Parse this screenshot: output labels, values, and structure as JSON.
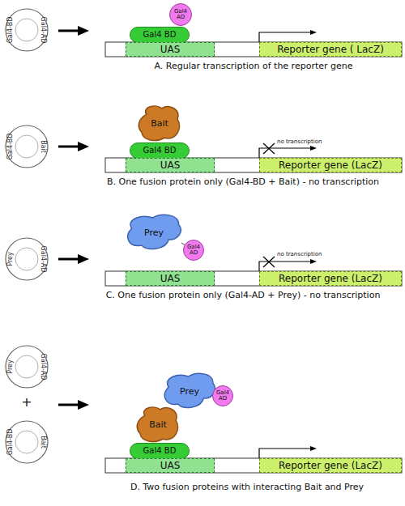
{
  "diagram": {
    "nodes": [
      {
        "text": [
          "Gal4-BD",
          "Gal4-AD"
        ]
      },
      {
        "text": [
          "Gal4 AD"
        ]
      },
      {
        "text": [
          "Gal4 BD"
        ]
      },
      {
        "text": [
          "UAS"
        ]
      },
      {
        "text": [
          "Reporter gene ( LacZ)"
        ]
      },
      {
        "text": [
          "Gal4-BD",
          "Bait"
        ]
      },
      {
        "text": [
          "Bait"
        ]
      },
      {
        "text": [
          "Gal4 BD"
        ]
      },
      {
        "text": [
          "UAS"
        ]
      },
      {
        "text": [
          "Reporter gene (LacZ)"
        ]
      },
      {
        "text": [
          "Prey",
          "Gal4-AD"
        ]
      },
      {
        "text": [
          "Prey"
        ]
      },
      {
        "text": [
          "Gal4 AD"
        ]
      },
      {
        "text": [
          "UAS"
        ]
      },
      {
        "text": [
          "Reporter gene (LacZ)"
        ]
      },
      {
        "text": [
          "Prey",
          "Gal4-AD"
        ]
      },
      {
        "text": [
          "Gal4-BD",
          "Bait"
        ]
      },
      {
        "text": [
          "Prey"
        ]
      },
      {
        "text": [
          "Gal4 AD"
        ]
      },
      {
        "text": [
          "Bait"
        ]
      },
      {
        "text": [
          "Gal4 BD"
        ]
      },
      {
        "text": [
          "UAS"
        ]
      },
      {
        "text": [
          "Reporter gene (LacZ)"
        ]
      }
    ],
    "labels": [
      "A. Regular transcription of the reporter gene",
      "no transcription",
      "B. One fusion protein only (Gal4-BD + Bait) - no transcription",
      "no transcription",
      "C. One fusion protein only (Gal4-AD + Prey) - no transcription",
      "+",
      "D. Two fusion proteins with interacting Bait and Prey"
    ]
  }
}
